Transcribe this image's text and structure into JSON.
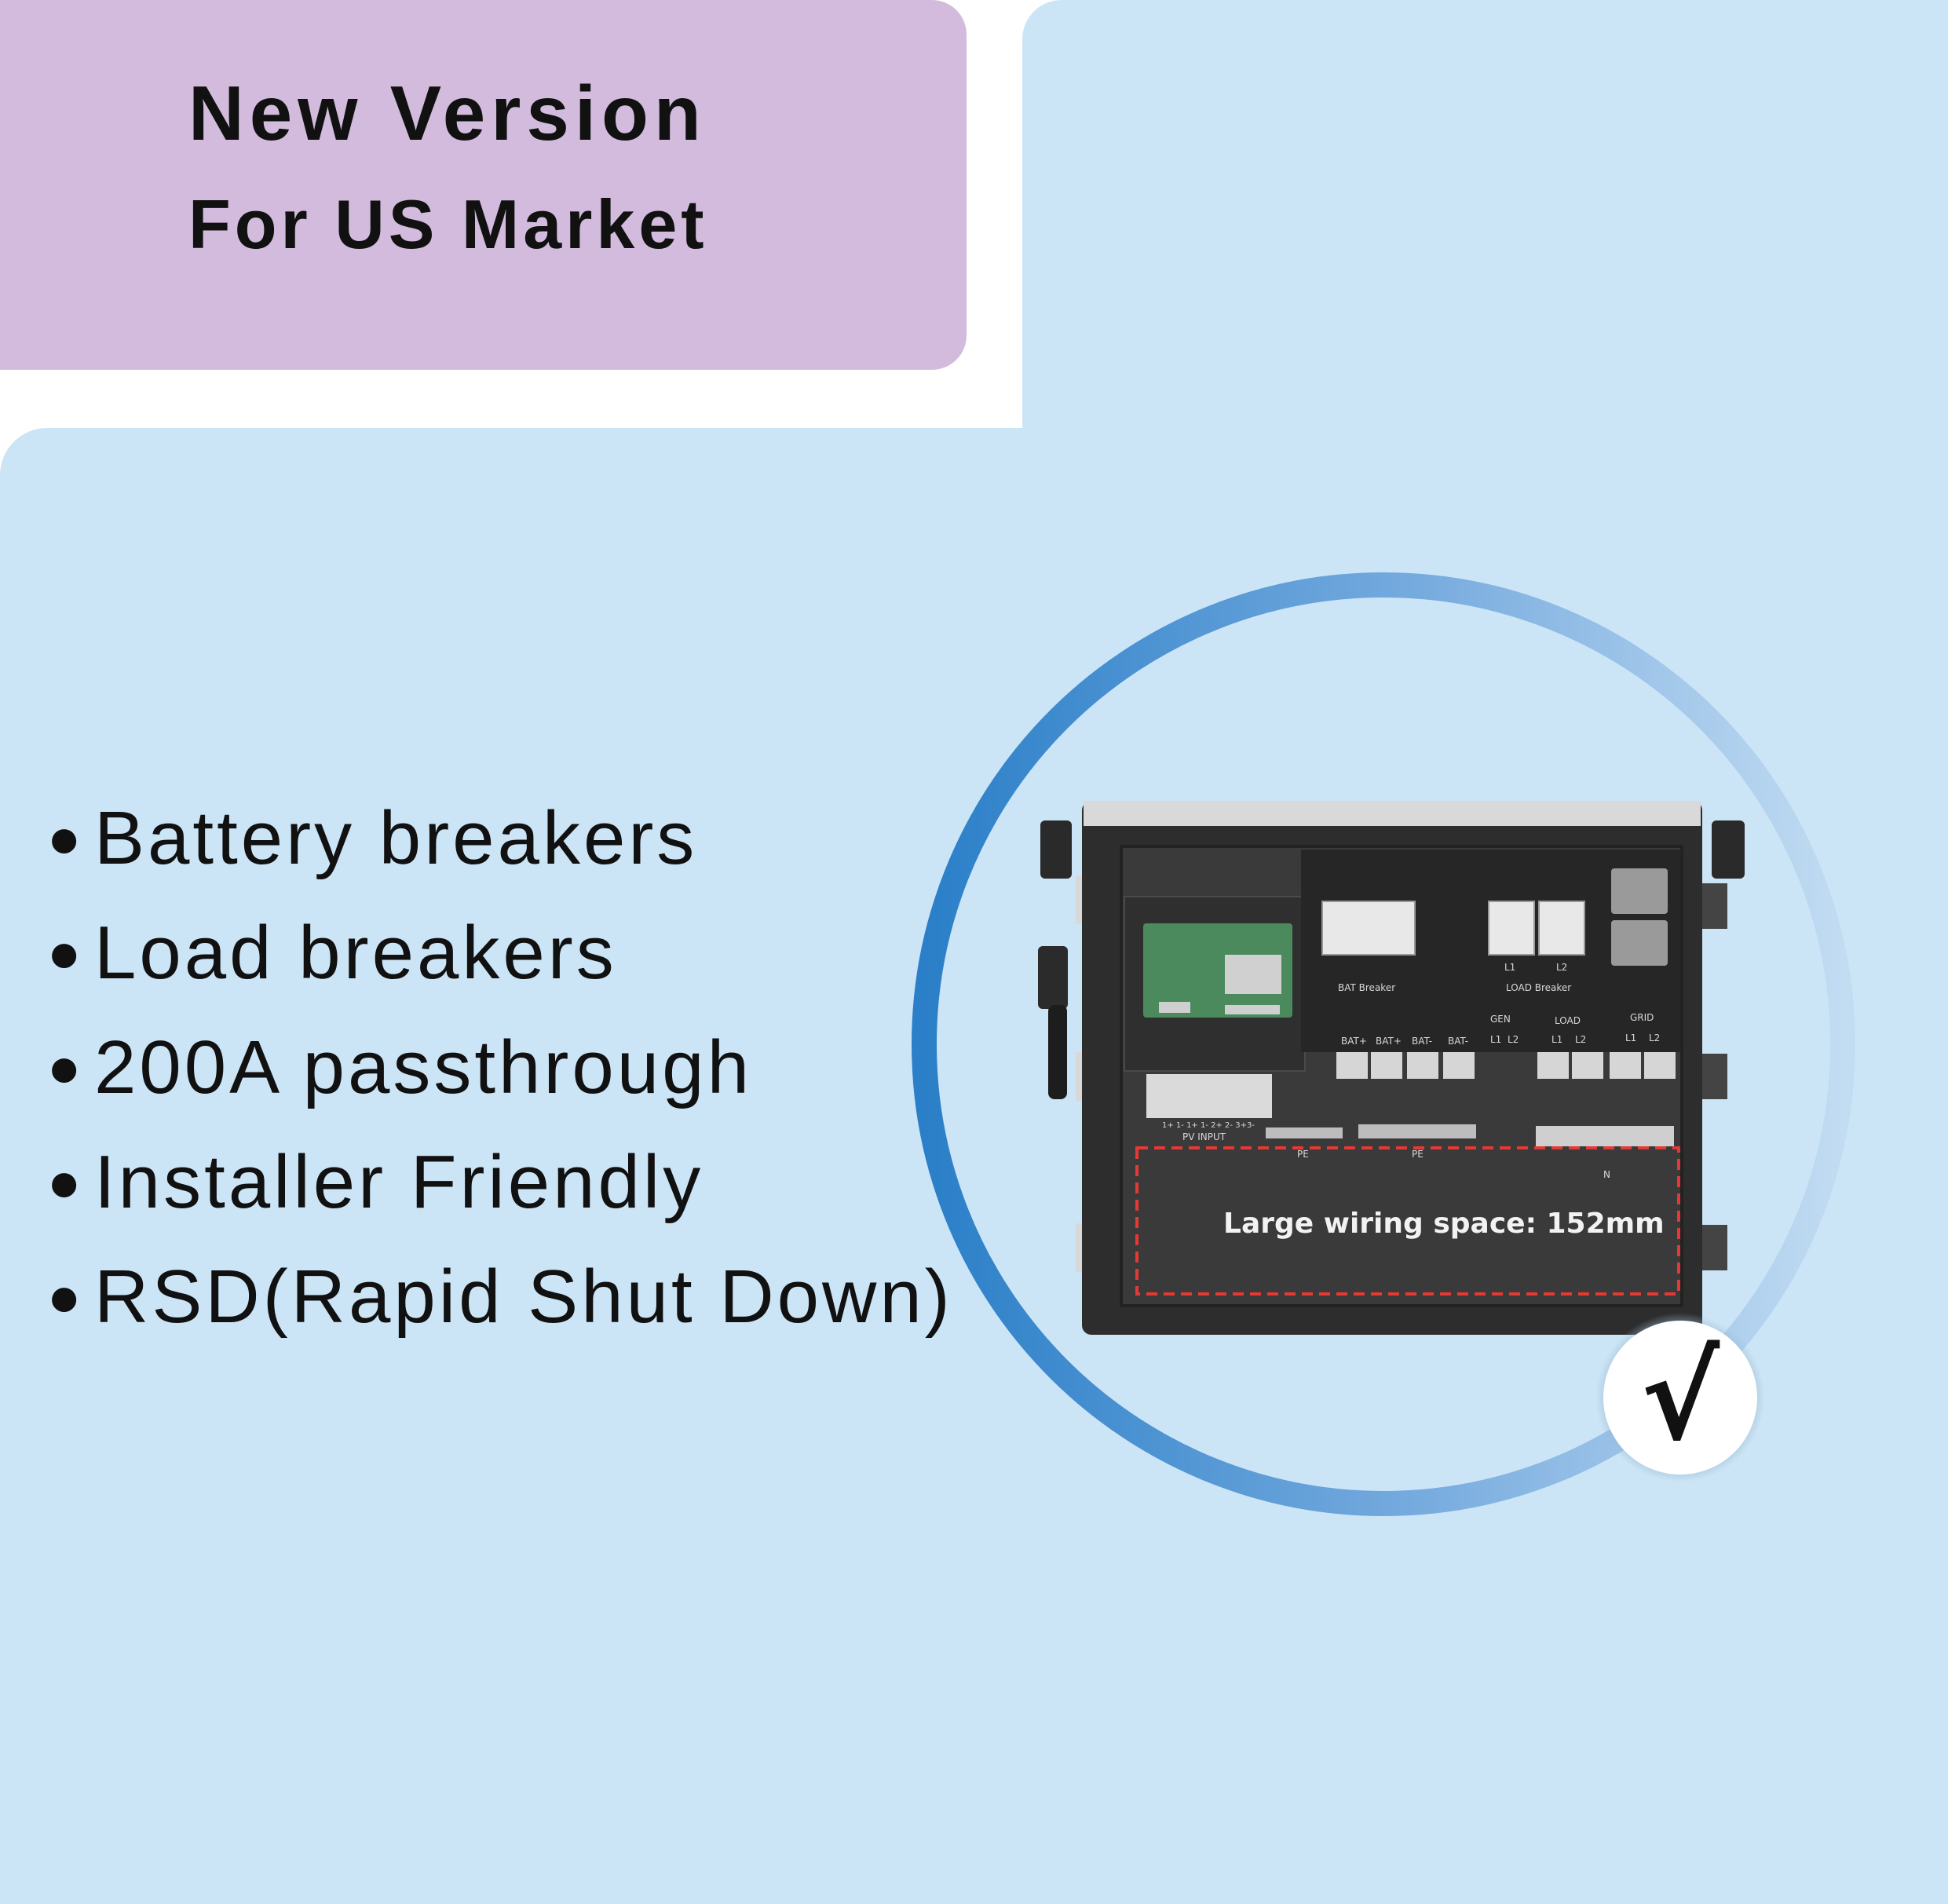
{
  "header": {
    "line1": "New Version",
    "line2": "For US Market"
  },
  "features": [
    "Battery breakers",
    "Load breakers",
    "200A passthrough",
    "Installer Friendly",
    "RSD(Rapid Shut Down)"
  ],
  "bullet": "●",
  "product": {
    "pv_terminal_codes": "1+ 1- 1+ 1- 2+ 2- 3+3-",
    "pv_input": "PV INPUT",
    "bat_breaker": "BAT Breaker",
    "load_breaker": "LOAD Breaker",
    "l1": "L1",
    "l2": "L2",
    "bat_plus": "BAT+",
    "bat_minus": "BAT-",
    "gen": "GEN",
    "load": "LOAD",
    "grid": "GRID",
    "pe": "PE",
    "n": "N",
    "wiring_space": "Large wiring space: 152mm"
  },
  "badge": {
    "check": "√"
  },
  "colors": {
    "purple_panel": "#d2bbdc",
    "blue_panel": "#cce5f6",
    "ring": "#2c82c9",
    "box": "#2d2d2d",
    "dash": "#e53935"
  }
}
